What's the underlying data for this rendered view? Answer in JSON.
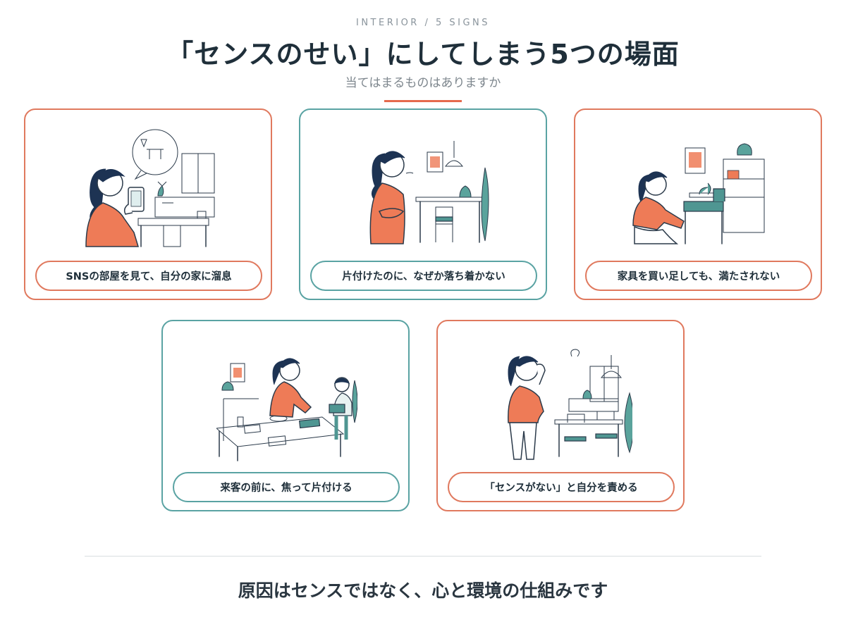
{
  "header": {
    "eyebrow": "INTERIOR / 5 SIGNS",
    "title": "「センスのせい」にしてしまう5つの場面",
    "subtitle": "当てはまるものはありますか",
    "accent_color": "#e56a4d"
  },
  "cards": [
    {
      "label": "SNSの部屋を見て、自分の家に溜息",
      "border_color": "orange"
    },
    {
      "label": "片付けたのに、なぜか落ち着かない",
      "border_color": "teal"
    },
    {
      "label": "家具を買い足しても、満たされない",
      "border_color": "orange"
    },
    {
      "label": "来客の前に、焦って片付ける",
      "border_color": "teal"
    },
    {
      "label": "「センスがない」と自分を責める",
      "border_color": "orange"
    }
  ],
  "footer": {
    "text": "原因はセンスではなく、心と環境の仕組みです"
  },
  "colors": {
    "orange": "#e0795e",
    "teal": "#5aa3a3",
    "text": "#1f2f3a"
  }
}
